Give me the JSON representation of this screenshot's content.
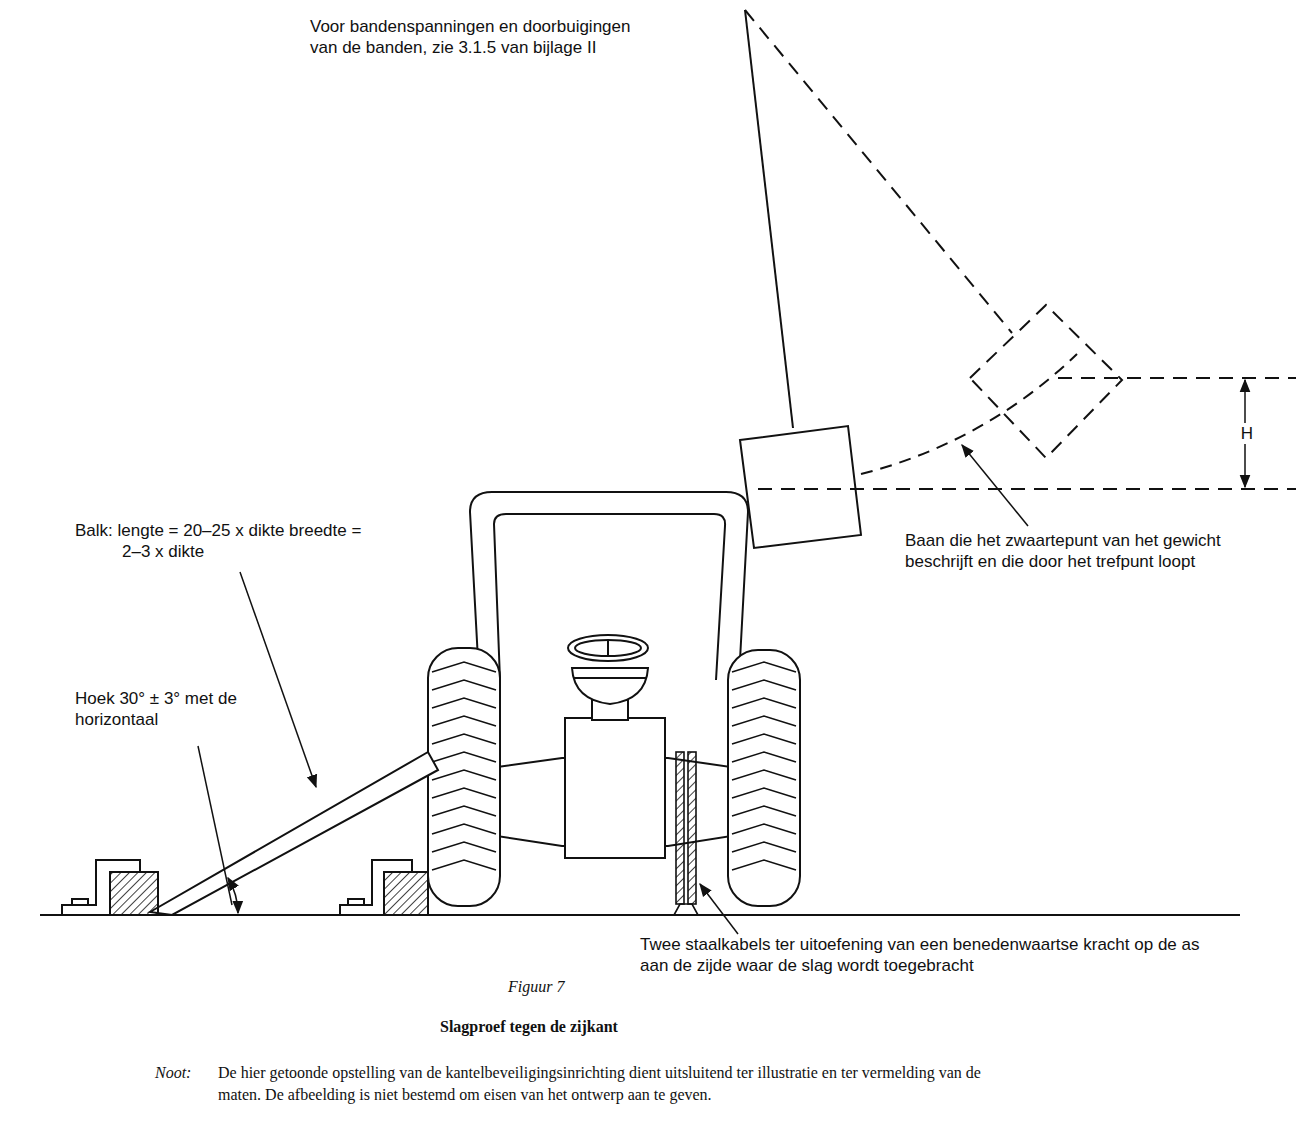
{
  "diagram": {
    "caption": "Slagproef tegen de zijkant",
    "labels": [
      "Voor bandenspanningen en doorbuigingen van de banden, zie 3.1.5 van bijlage II",
      "H",
      "Baan die het zwaartepunt van het gewicht beschrijft en die door het trefpunt loopt",
      "Balk: lengte = 20–25 x dikte breedte = 2–3 x dikte",
      "Hoek 30° ± 3° met de horizontaal",
      "Twee staalkabels ter uitoefening van een benedenwaartse kracht op de as aan de zijde waar de slag wordt toegebracht",
      "Figuur 7",
      "Noot:",
      "De hier getoonde opstelling van de kantelbeveiligingsinrichting dient uitsluitend ter illustratie en ter vermelding van de maten. De afbeelding is niet bestemd om eisen van het ontwerp aan te geven."
    ]
  }
}
